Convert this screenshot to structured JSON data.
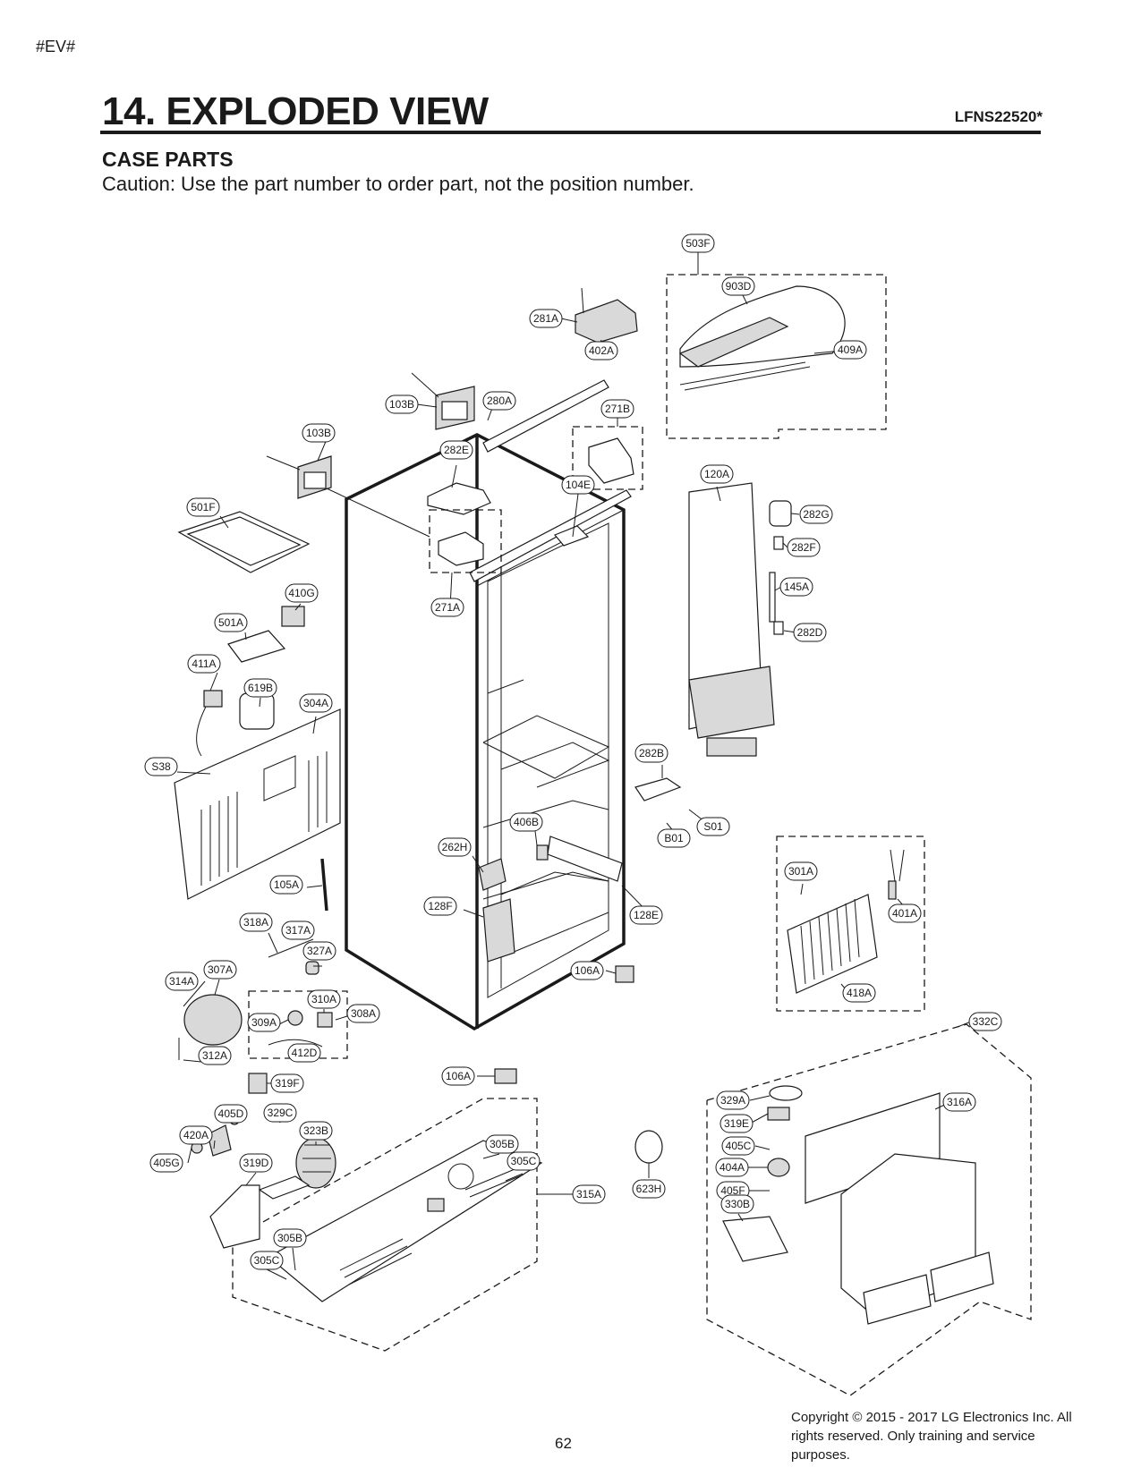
{
  "header": {
    "marker": "#EV#",
    "title": "14. EXPLODED VIEW",
    "model": "LFNS22520*"
  },
  "section": {
    "title": "CASE PARTS",
    "caution": "Caution: Use the part number to order part, not the position number."
  },
  "callouts": [
    "503F",
    "903D",
    "409A",
    "281A",
    "402A",
    "103B",
    "280A",
    "271B",
    "103B",
    "282E",
    "104E",
    "120A",
    "282G",
    "282F",
    "145A",
    "282D",
    "501F",
    "410G",
    "271A",
    "501A",
    "411A",
    "619B",
    "304A",
    "S38",
    "282B",
    "406B",
    "S01",
    "B01",
    "262H",
    "105A",
    "301A",
    "401A",
    "128F",
    "128E",
    "318A",
    "317A",
    "327A",
    "314A",
    "307A",
    "310A",
    "308A",
    "309A",
    "106A",
    "418A",
    "412D",
    "312A",
    "332C",
    "106A",
    "319F",
    "329A",
    "316A",
    "405D",
    "329C",
    "319E",
    "420A",
    "323B",
    "305B",
    "405C",
    "405G",
    "319D",
    "305C",
    "404A",
    "315A",
    "623H",
    "405F",
    "330B",
    "305B",
    "305C"
  ],
  "footer": {
    "page": "62",
    "copyright": "Copyright © 2015 - 2017 LG Electronics Inc. All rights reserved. Only training and service purposes."
  }
}
